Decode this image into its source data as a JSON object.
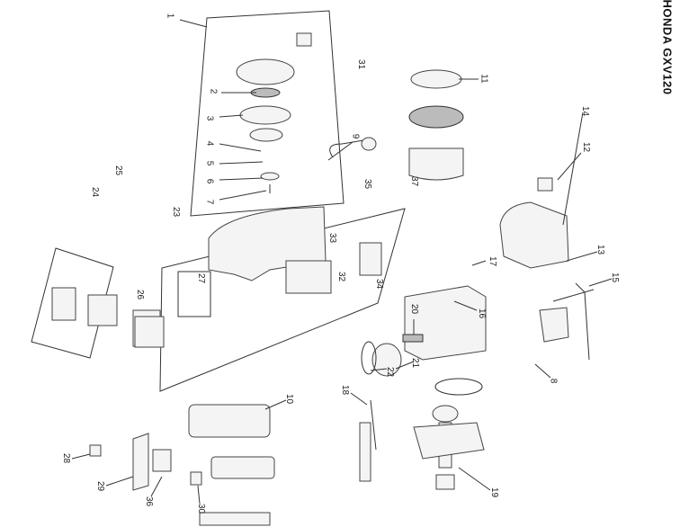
{
  "title": "HONDA GXV120",
  "callouts": [
    "1",
    "2",
    "3",
    "4",
    "5",
    "6",
    "7",
    "8",
    "9",
    "10",
    "11",
    "12",
    "13",
    "14",
    "15",
    "16",
    "17",
    "18",
    "19",
    "20",
    "21",
    "22",
    "23",
    "24",
    "25",
    "26",
    "27",
    "28",
    "29",
    "30",
    "31",
    "32",
    "33",
    "34",
    "35",
    "36",
    "37"
  ]
}
